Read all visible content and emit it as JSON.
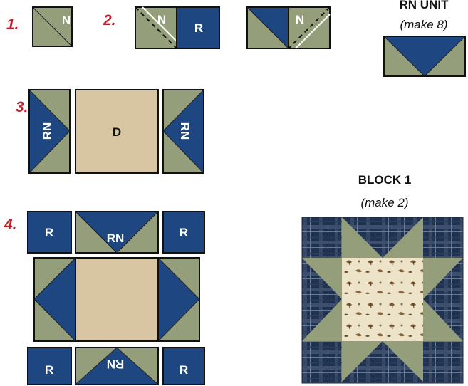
{
  "colors": {
    "green": "#949e7a",
    "navy": "#1e4781",
    "tan": "#d8c6a2",
    "plaid_dark": "#1f3250",
    "plaid_mid": "#3e4f6e",
    "plaid_line": "#6a7a94",
    "floral_bg": "#ede3c8",
    "floral_leaf": "#7a5a35",
    "step_red": "#c0202a"
  },
  "steps": {
    "s1": "1.",
    "s2": "2.",
    "s3": "3.",
    "s4": "4."
  },
  "labels": {
    "n": "N",
    "r": "R",
    "rn": "RN",
    "d": "D"
  },
  "rn_unit": {
    "title": "RN UNIT",
    "make": "(make 8)"
  },
  "block1": {
    "title": "BLOCK 1",
    "make": "(make 2)"
  }
}
